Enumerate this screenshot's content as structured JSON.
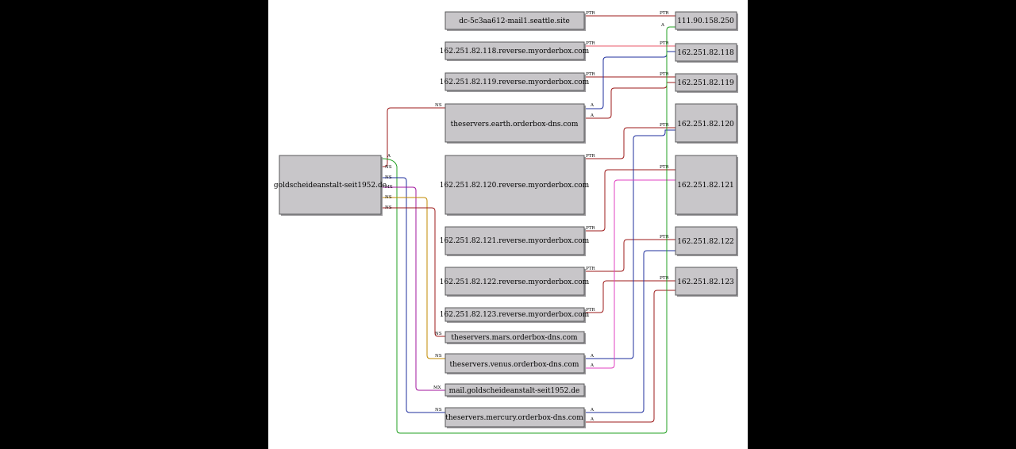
{
  "nodes": [
    {
      "id": "domain",
      "label": "goldscheideanstalt-seit1952.de"
    },
    {
      "id": "mail1",
      "label": "dc-5c3aa612-mail1.seattle.site"
    },
    {
      "id": "rev118",
      "label": "162.251.82.118.reverse.myorderbox.com"
    },
    {
      "id": "rev119",
      "label": "162.251.82.119.reverse.myorderbox.com"
    },
    {
      "id": "earth",
      "label": "theservers.earth.orderbox-dns.com"
    },
    {
      "id": "rev120",
      "label": "162.251.82.120.reverse.myorderbox.com"
    },
    {
      "id": "rev121",
      "label": "162.251.82.121.reverse.myorderbox.com"
    },
    {
      "id": "rev122",
      "label": "162.251.82.122.reverse.myorderbox.com"
    },
    {
      "id": "rev123",
      "label": "162.251.82.123.reverse.myorderbox.com"
    },
    {
      "id": "mars",
      "label": "theservers.mars.orderbox-dns.com"
    },
    {
      "id": "venus",
      "label": "theservers.venus.orderbox-dns.com"
    },
    {
      "id": "mx",
      "label": "mail.goldscheideanstalt-seit1952.de"
    },
    {
      "id": "mercury",
      "label": "theservers.mercury.orderbox-dns.com"
    },
    {
      "id": "ip250",
      "label": "111.90.158.250"
    },
    {
      "id": "ip118",
      "label": "162.251.82.118"
    },
    {
      "id": "ip119",
      "label": "162.251.82.119"
    },
    {
      "id": "ip120",
      "label": "162.251.82.120"
    },
    {
      "id": "ip121",
      "label": "162.251.82.121"
    },
    {
      "id": "ip122",
      "label": "162.251.82.122"
    },
    {
      "id": "ip123",
      "label": "162.251.82.123"
    }
  ],
  "edges": [
    {
      "id": "e-ptr-mail1",
      "label": "PTR",
      "color": "#9e1b1b"
    },
    {
      "id": "e-ptr-118",
      "label": "PTR",
      "color": "#e85a6a"
    },
    {
      "id": "e-ptr-119",
      "label": "PTR",
      "color": "#9e1b1b"
    },
    {
      "id": "e-earth-a1",
      "label": "A",
      "color": "#1f2f9e"
    },
    {
      "id": "e-earth-a2",
      "label": "A",
      "color": "#9e1b1b"
    },
    {
      "id": "e-ptr-120",
      "label": "PTR",
      "color": "#9e1b1b"
    },
    {
      "id": "e-ptr-121",
      "label": "PTR",
      "color": "#9e1b1b"
    },
    {
      "id": "e-ptr-122",
      "label": "PTR",
      "color": "#9e1b1b"
    },
    {
      "id": "e-ptr-123",
      "label": "PTR",
      "color": "#9e1b1b"
    },
    {
      "id": "e-venus-a1",
      "label": "A",
      "color": "#1f2f9e"
    },
    {
      "id": "e-venus-a2",
      "label": "A",
      "color": "#e040c0"
    },
    {
      "id": "e-mercury-a1",
      "label": "A",
      "color": "#1f2f9e"
    },
    {
      "id": "e-mercury-a2",
      "label": "A",
      "color": "#9e1b1b"
    },
    {
      "id": "e-dom-ns-earth",
      "label": "NS",
      "color": "#9e1b1b"
    },
    {
      "id": "e-dom-a",
      "label": "A",
      "color": "#22a022"
    },
    {
      "id": "e-dom-ns-mercury",
      "label": "NS",
      "color": "#1f2f9e"
    },
    {
      "id": "e-dom-mx",
      "label": "MX",
      "color": "#a0149e"
    },
    {
      "id": "e-dom-ns-venus",
      "label": "NS",
      "color": "#c08a00"
    },
    {
      "id": "e-dom-ns-mars",
      "label": "NS",
      "color": "#9e1b1b"
    }
  ]
}
